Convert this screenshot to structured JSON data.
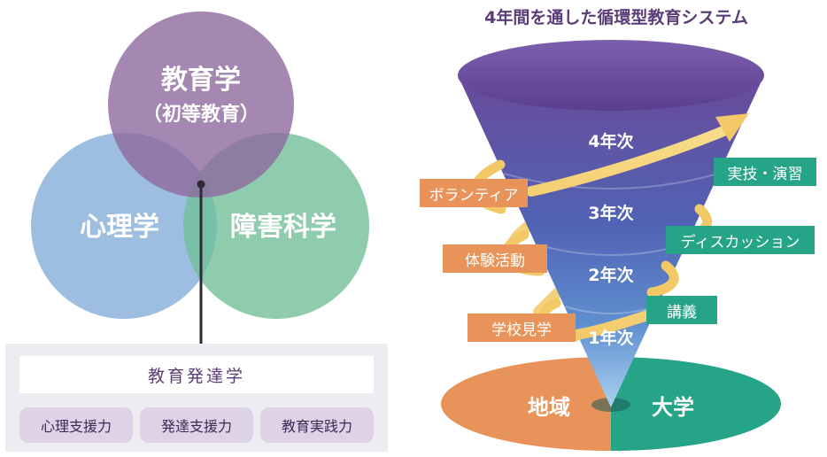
{
  "venn": {
    "education": {
      "title": "教育学",
      "subtitle": "（初等教育）"
    },
    "psychology": "心理学",
    "disability": "障害科学"
  },
  "foundation": {
    "title": "教育発達学",
    "skills": [
      "心理支援力",
      "発達支援力",
      "教育実践力"
    ]
  },
  "funnel": {
    "title": "4年間を通した循環型教育システム",
    "levels": [
      "4年次",
      "3年次",
      "2年次",
      "1年次"
    ],
    "base": {
      "left": "地域",
      "right": "大学"
    },
    "left_tags": [
      "ボランティア",
      "体験活動",
      "学校見学"
    ],
    "right_tags": [
      "実技・演習",
      "ディスカッション",
      "講義"
    ]
  },
  "colors": {
    "purple": "#9a7da8",
    "blue": "#8cb3db",
    "green": "#7cc39e",
    "orange": "#e8935a",
    "teal": "#26a488",
    "title": "#5a3c77"
  }
}
